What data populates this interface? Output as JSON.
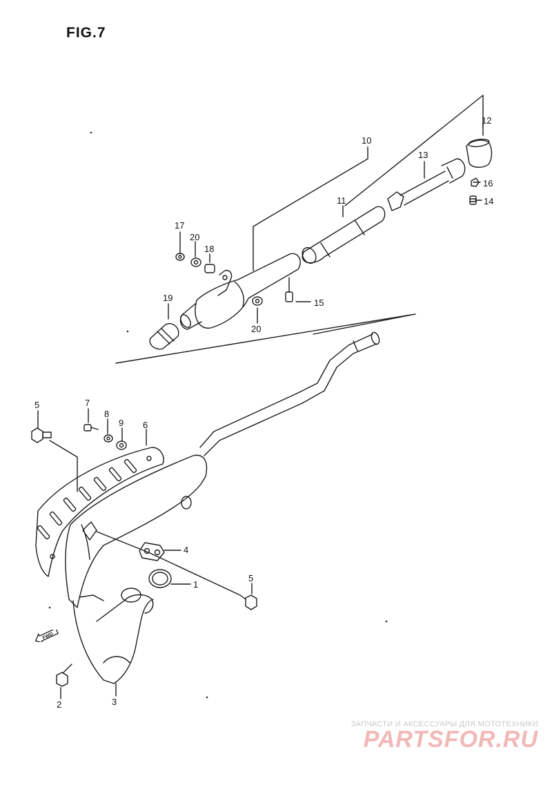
{
  "figure": {
    "title": "FIG.7"
  },
  "callouts": {
    "p1": "1",
    "p2": "2",
    "p3": "3",
    "p4": "4",
    "p5a": "5",
    "p5b": "5",
    "p6": "6",
    "p7": "7",
    "p8": "8",
    "p9": "9",
    "p10": "10",
    "p11": "11",
    "p12": "12",
    "p13": "13",
    "p14": "14",
    "p15": "15",
    "p16": "16",
    "p17": "17",
    "p18": "18",
    "p19": "19",
    "p20a": "20",
    "p20b": "20"
  },
  "fwd_label": "FWD",
  "watermark": {
    "line1": "ЗАПЧАСТИ И АКСЕССУАРЫ ДЛЯ МОТОТЕХНИКИ",
    "line2": "PARTSFOR.RU"
  },
  "colors": {
    "line": "#1a1a1a",
    "watermark_text": "#f2b8b8",
    "watermark_caption": "#c9c9c9"
  }
}
